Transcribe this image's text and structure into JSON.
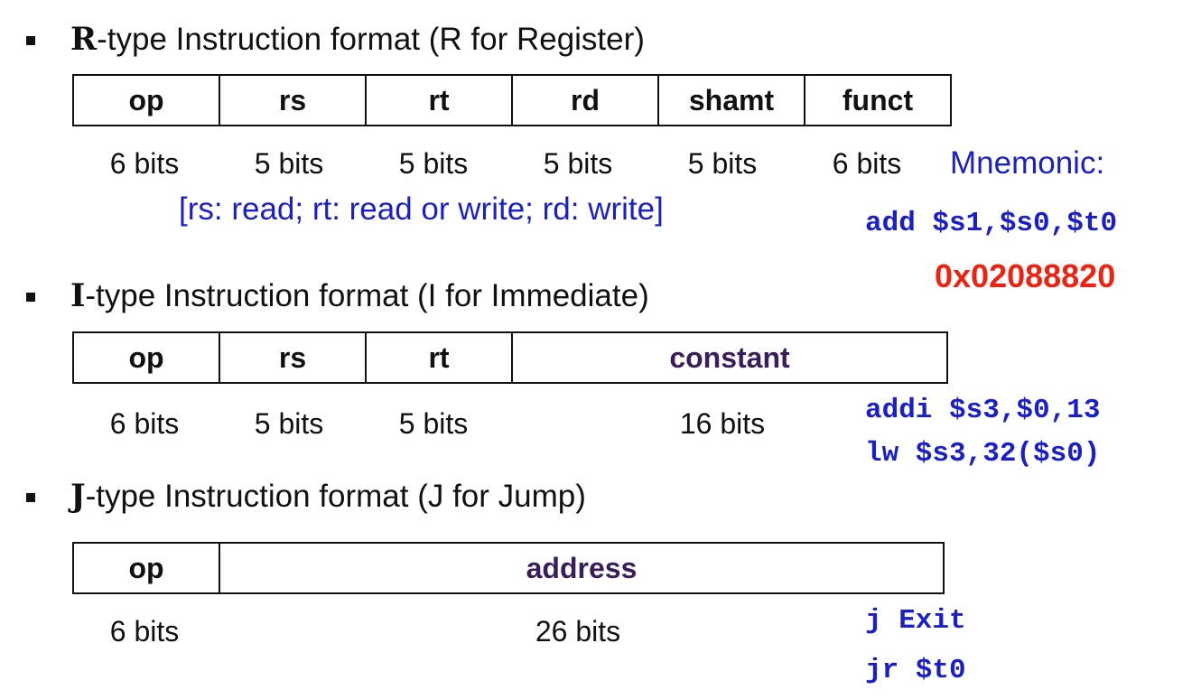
{
  "r_type": {
    "letter": "R",
    "heading_rest": "-type Instruction format (R for Register)",
    "fields": [
      "op",
      "rs",
      "rt",
      "rd",
      "shamt",
      "funct"
    ],
    "bits": [
      "6 bits",
      "5 bits",
      "5 bits",
      "5 bits",
      "5 bits",
      "6 bits"
    ],
    "note": "[rs: read; rt: read or write; rd: write]",
    "mnemonic_label": "Mnemonic:",
    "example": "add $s1,$s0,$t0",
    "machine_code": "0x02088820"
  },
  "i_type": {
    "letter": "I",
    "heading_rest": "-type Instruction format (I for Immediate)",
    "fields": [
      "op",
      "rs",
      "rt",
      "constant"
    ],
    "bits": [
      "6 bits",
      "5 bits",
      "5 bits",
      "16 bits"
    ],
    "examples": [
      "addi $s3,$0,13",
      "lw $s3,32($s0)"
    ]
  },
  "j_type": {
    "letter": "J",
    "heading_rest": "-type Instruction format (J for Jump)",
    "fields": [
      "op",
      "address"
    ],
    "bits": [
      "6 bits",
      "26 bits"
    ],
    "examples": [
      "j Exit",
      "jr $t0"
    ]
  },
  "colors": {
    "text": "#111111",
    "blue": "#1a1fc9",
    "red": "#ee2211",
    "field_name": "#3a1d5c"
  }
}
